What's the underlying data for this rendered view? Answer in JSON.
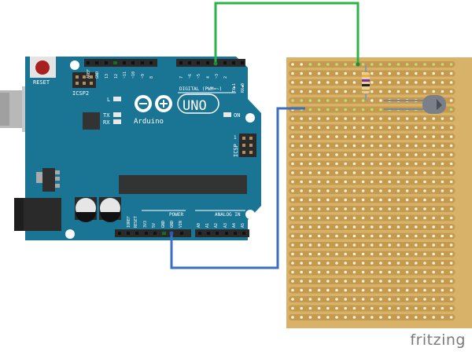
{
  "board": {
    "name": "Arduino",
    "model": "UNO",
    "reset_label": "RESET",
    "icsp2_label": "ICSP2",
    "icsp_label": "ICSP",
    "icsp_pin1": "1",
    "led_l": "L",
    "led_tx": "TX",
    "led_rx": "RX",
    "led_on": "ON",
    "digital_label": "DIGITAL (PWM=~)",
    "power_label": "POWER",
    "analog_label": "ANALOG IN",
    "top_pins": [
      "AREF",
      "GND",
      "13",
      "12",
      "~11",
      "~10",
      "~9",
      "8",
      "7",
      "~6",
      "~5",
      "4",
      "~3",
      "2",
      "TX▶1",
      "RX◀0"
    ],
    "power_pins": [
      "IOREF",
      "RESET",
      "3V3",
      "5V",
      "GND",
      "GND",
      "VIN"
    ],
    "analog_pins": [
      "A0",
      "A1",
      "A2",
      "A3",
      "A4",
      "A5"
    ],
    "color": "#1a7494"
  },
  "stripboard": {
    "rows": 29,
    "cols": 19,
    "color": "#d9b26a",
    "strip_color": "#c49a4e"
  },
  "wires": [
    {
      "name": "green-wire",
      "from": "D3",
      "to": "stripboard-row-1",
      "color": "#2bb34a"
    },
    {
      "name": "blue-wire",
      "from": "GND",
      "to": "stripboard-row-6",
      "color": "#3a6fc4"
    }
  ],
  "components": [
    {
      "name": "resistor",
      "bands": [
        "#e8b23c",
        "#7b2fa0",
        "#222222",
        "#c8a040"
      ]
    },
    {
      "name": "led",
      "color": "#7a7f8a"
    }
  ],
  "footer": {
    "brand": "fritzing"
  }
}
